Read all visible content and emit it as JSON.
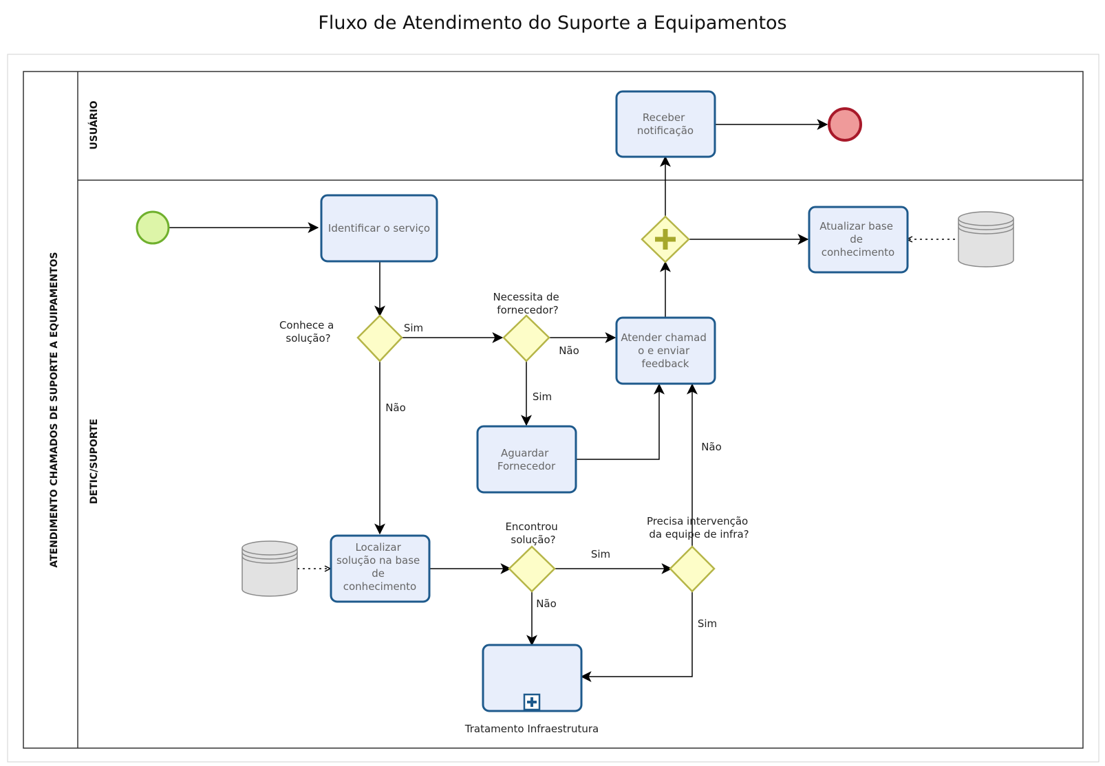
{
  "title": "Fluxo de Atendimento do Suporte a Equipamentos",
  "pool": {
    "name": "ATENDIMENTO CHAMADOS DE SUPORTE A EQUIPAMENTOS"
  },
  "lanes": {
    "usuario": "USUÁRIO",
    "suporte": "DETIC/SUPORTE"
  },
  "tasks": {
    "receber": [
      "Receber",
      "notificação"
    ],
    "identificar": [
      "Identificar o serviço"
    ],
    "atualizar": [
      "Atualizar base",
      "de",
      "conhecimento"
    ],
    "atender": [
      "Atender chamad",
      "o e enviar",
      "feedback"
    ],
    "aguardar": [
      "Aguardar",
      "Fornecedor"
    ],
    "localizar": [
      "Localizar",
      "solução na base",
      "de",
      "conhecimento"
    ],
    "tratamento": "Tratamento Infraestrutura"
  },
  "gateways": {
    "conhece": [
      "Conhece a",
      "solução?"
    ],
    "fornecedor": [
      "Necessita de",
      "fornecedor?"
    ],
    "encontrou": [
      "Encontrou",
      "solução?"
    ],
    "intervencao": [
      "Precisa intervenção",
      "da equipe de infra?"
    ]
  },
  "flow_labels": {
    "sim_conhece": "Sim",
    "nao_conhece": "Não",
    "nao_fornecedor": "Não",
    "sim_fornecedor": "Sim",
    "sim_encontrou": "Sim",
    "nao_encontrou": "Não",
    "nao_intervencao": "Não",
    "sim_intervencao": "Sim"
  },
  "colors": {
    "task_fill": "#e8eefb",
    "task_stroke": "#1e5a8c",
    "gateway_fill": "#fdfdc8",
    "gateway_stroke": "#b5b547",
    "parallel_plus": "#a6a82b",
    "start_fill": "#ddf5a8",
    "start_stroke": "#6fb02d",
    "end_fill": "#ef9a9a",
    "end_stroke": "#a8192a",
    "datastore_fill": "#e2e2e2",
    "datastore_stroke": "#888888"
  }
}
